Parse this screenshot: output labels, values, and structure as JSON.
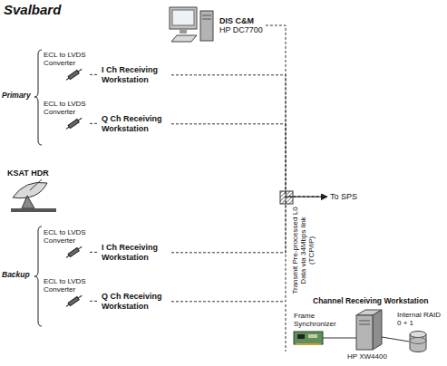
{
  "diagram": {
    "title": "Svalbard",
    "nodes": [
      {
        "text": [
          "DIS C&M",
          "HP DC7700"
        ]
      },
      {
        "text": [
          "ECL to LVDS Converter"
        ]
      },
      {
        "text": [
          "I Ch Receiving Workstation"
        ]
      },
      {
        "text": [
          "ECL to LVDS Converter"
        ]
      },
      {
        "text": [
          "Q Ch Receiving Workstation"
        ]
      },
      {
        "text": [
          "KSAT HDR"
        ]
      },
      {
        "text": [
          "ECL to LVDS Converter"
        ]
      },
      {
        "text": [
          "I Ch Receiving Workstation"
        ]
      },
      {
        "text": [
          "ECL to LVDS Converter"
        ]
      },
      {
        "text": [
          "Q Ch Receiving Workstation"
        ]
      },
      {
        "text": [
          "To SPS"
        ]
      }
    ],
    "edges": [
      {
        "from": 1,
        "to": 2,
        "arrow": "none"
      },
      {
        "from": 3,
        "to": 4,
        "arrow": "none"
      },
      {
        "from": 6,
        "to": 7,
        "arrow": "none"
      },
      {
        "from": 8,
        "to": 9,
        "arrow": "none"
      },
      {
        "from": 0,
        "to": 10,
        "arrow": "to"
      },
      {
        "from": 2,
        "to": 10,
        "arrow": "to"
      },
      {
        "from": 4,
        "to": 10,
        "arrow": "to"
      },
      {
        "from": 7,
        "to": 10,
        "arrow": "to"
      },
      {
        "from": 9,
        "to": 10,
        "arrow": "to"
      }
    ],
    "labels": [
      "Primary",
      "Backup",
      "Transmit Pre-processed L0 Data via 34Mbps link (TCP/IP)",
      "Channel Receiving Workstation",
      "Frame Synchronizer",
      "HP XW4400",
      "Internal RAID 0 + 1"
    ]
  }
}
